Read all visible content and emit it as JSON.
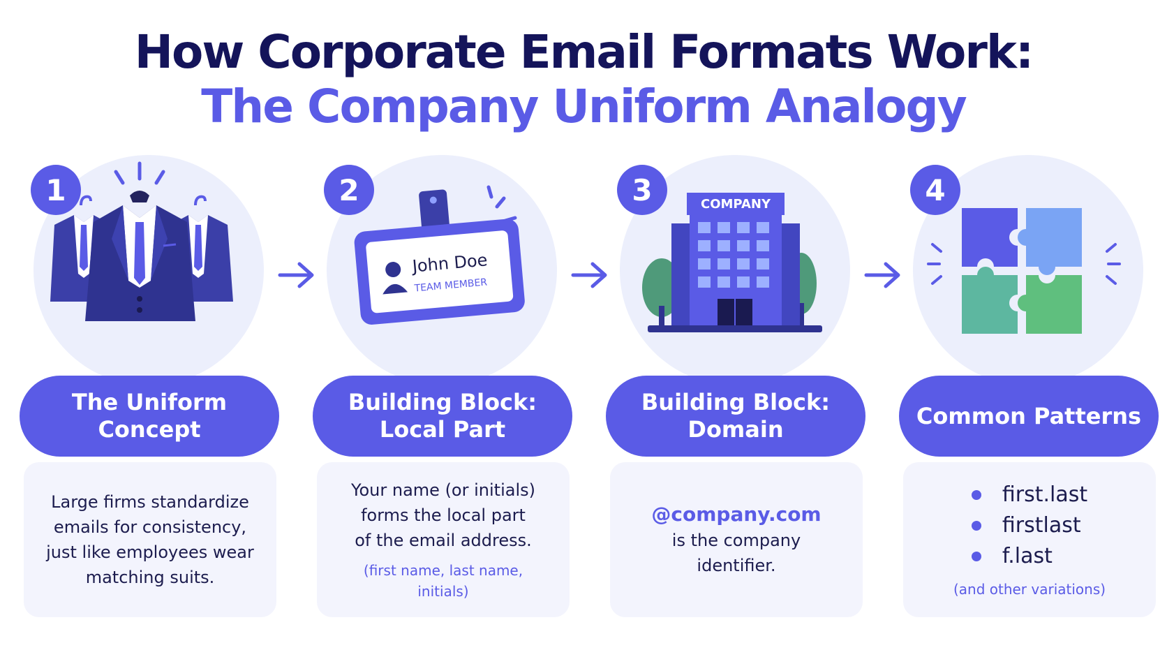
{
  "title": {
    "line1": "How Corporate Email Formats Work:",
    "line2": "The Company Uniform Analogy"
  },
  "colors": {
    "primary": "#5a5be6",
    "title_dark": "#14145a",
    "card_bg": "#f3f4fd",
    "circle_bg": "#eceffc"
  },
  "steps": [
    {
      "number": "1",
      "icon": "suits-icon",
      "pill": [
        "The Uniform",
        "Concept"
      ],
      "body": [
        "Large firms standardize",
        "emails for consistency,",
        "just like employees wear",
        "matching suits."
      ]
    },
    {
      "number": "2",
      "icon": "id-badge-icon",
      "badge_name": "John Doe",
      "badge_role": "TEAM MEMBER",
      "pill": [
        "Building Block:",
        "Local Part"
      ],
      "body": [
        "Your name (or initials)",
        "forms the local part",
        "of the email address."
      ],
      "note": [
        "(first name, last name,",
        "initials)"
      ]
    },
    {
      "number": "3",
      "icon": "office-building-icon",
      "building_sign": "COMPANY",
      "pill": [
        "Building Block:",
        "Domain"
      ],
      "highlight": "@company.com",
      "body": [
        "is the company",
        "identifier."
      ]
    },
    {
      "number": "4",
      "icon": "puzzle-icon",
      "pill": [
        "Common Patterns"
      ],
      "bullets": [
        "first.last",
        "firstlast",
        "f.last"
      ],
      "note": [
        "(and other variations)"
      ]
    }
  ]
}
